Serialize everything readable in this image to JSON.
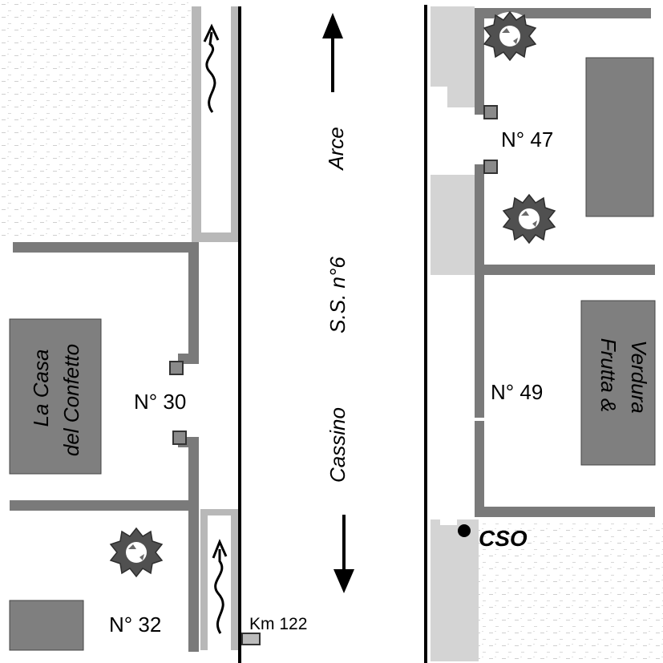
{
  "map": {
    "road_name": "S.S. n°6",
    "direction_north": "Arce",
    "direction_south": "Cassino",
    "km_marker": "Km 122",
    "cso_label": "CSO",
    "house_numbers": {
      "n30": "N° 30",
      "n32": "N° 32",
      "n47": "N° 47",
      "n49": "N° 49"
    },
    "shops": {
      "confetto_line1": "La Casa",
      "confetto_line2": "del Confetto",
      "frutta_line1": "Frutta &",
      "frutta_line2": "Verdura"
    },
    "colors": {
      "road_line": "#000000",
      "wall": "#7a7a7a",
      "building": "#7f7f7f",
      "light_fill": "#d4d4d4",
      "tree": "#505050"
    },
    "icons": [
      "tree-icon",
      "curvy-arrow-icon",
      "straight-arrow-icon",
      "manhole-icon"
    ]
  }
}
